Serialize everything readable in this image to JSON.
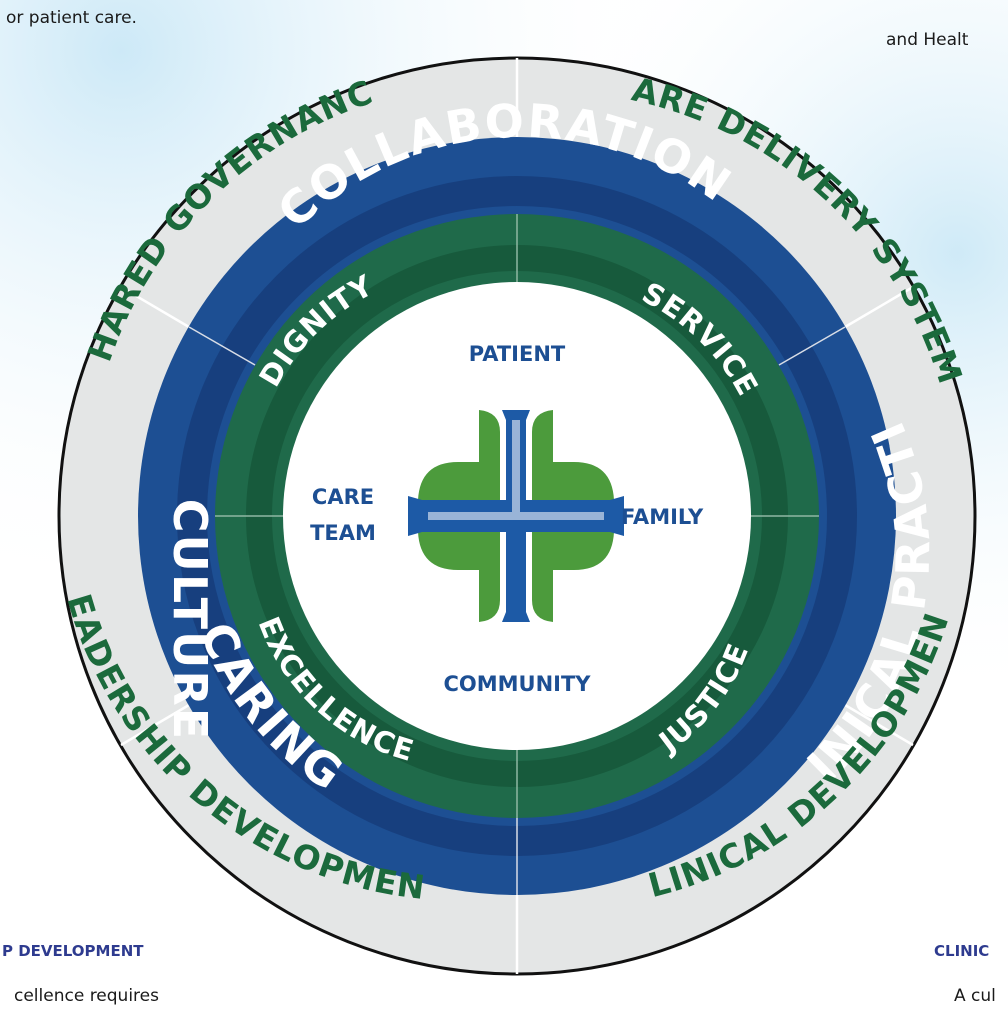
{
  "corners": {
    "top_left": "or patient care.",
    "top_right": "and Healt",
    "bottom_left_heading": "P DEVELOPMENT",
    "bottom_left_body": "cellence requires",
    "bottom_right_heading": "CLINIC",
    "bottom_right_body": "A cul"
  },
  "outer_ring": {
    "labels": [
      "SHARED GOVERNANCE",
      "CARE DELIVERY SYSTEM",
      "CLINICAL DEVELOPMENT",
      "LEADERSHIP DEVELOPMENT"
    ]
  },
  "middle_ring": {
    "labels": [
      "COLLABORATION",
      "CLINICAL PRACTICE",
      "CARING",
      "CULTURE"
    ]
  },
  "inner_ring": {
    "labels": [
      "DIGNITY",
      "SERVICE",
      "JUSTICE",
      "EXCELLENCE"
    ]
  },
  "center": {
    "top": "PATIENT",
    "right": "FAMILY",
    "bottom": "COMMUNITY",
    "left_line1": "CARE",
    "left_line2": "TEAM"
  },
  "colors": {
    "outer_band": "#e4e6e6",
    "outer_text": "#1b6a3c",
    "middle_band": "#1d4f93",
    "middle_band_dark": "#173f7e",
    "inner_band": "#1f6a4a",
    "inner_band_dark": "#175a3c",
    "center_text": "#1d4f93",
    "cross_blue": "#1d5aa6",
    "cross_green": "#4c9b3c",
    "corner_heading": "#2e3b8f"
  }
}
